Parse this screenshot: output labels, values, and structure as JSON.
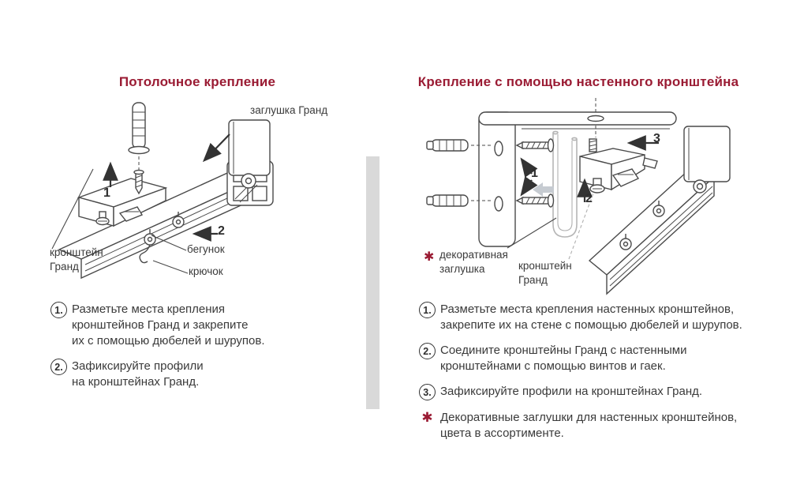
{
  "colors": {
    "accent": "#9a1b33",
    "text": "#3a3a3a",
    "diagram_line": "#4a4a4a",
    "divider": "#d9d9d9",
    "light_gray_part": "#b5b5b5"
  },
  "left": {
    "title": "Потолочное крепление",
    "labels": {
      "zaglushka": "заглушка Гранд",
      "kronshtein": "кронштейн\nГранд",
      "begunok": "бегунок",
      "kryuchok": "крючок",
      "marker1": "1",
      "marker2": "2"
    },
    "steps": [
      {
        "num": "1.",
        "text": "Разметьте места крепления\nкронштейнов Гранд и закрепите\nих с помощью дюбелей и шурупов."
      },
      {
        "num": "2.",
        "text": "Зафиксируйте профили\nна кронштейнах Гранд."
      }
    ]
  },
  "right": {
    "title": "Крепление с помощью настенного кронштейна",
    "labels": {
      "star": "✱",
      "decorative": "декоративная\nзаглушка",
      "kronshtein": "кронштейн\nГранд",
      "marker1": "1",
      "marker2": "2",
      "marker3": "3"
    },
    "steps": [
      {
        "num": "1.",
        "text": "Разметьте места крепления настенных кронштейнов,\nзакрепите их на стене с помощью дюбелей и шурупов."
      },
      {
        "num": "2.",
        "text": "Соедините кронштейны Гранд с настенными\nкронштейнами с помощью винтов и гаек."
      },
      {
        "num": "3.",
        "text": "Зафиксируйте профили на кронштейнах Гранд."
      }
    ],
    "note": {
      "star": "✱",
      "text": "Декоративные заглушки для настенных кронштейнов,\nцвета в ассортименте."
    }
  }
}
